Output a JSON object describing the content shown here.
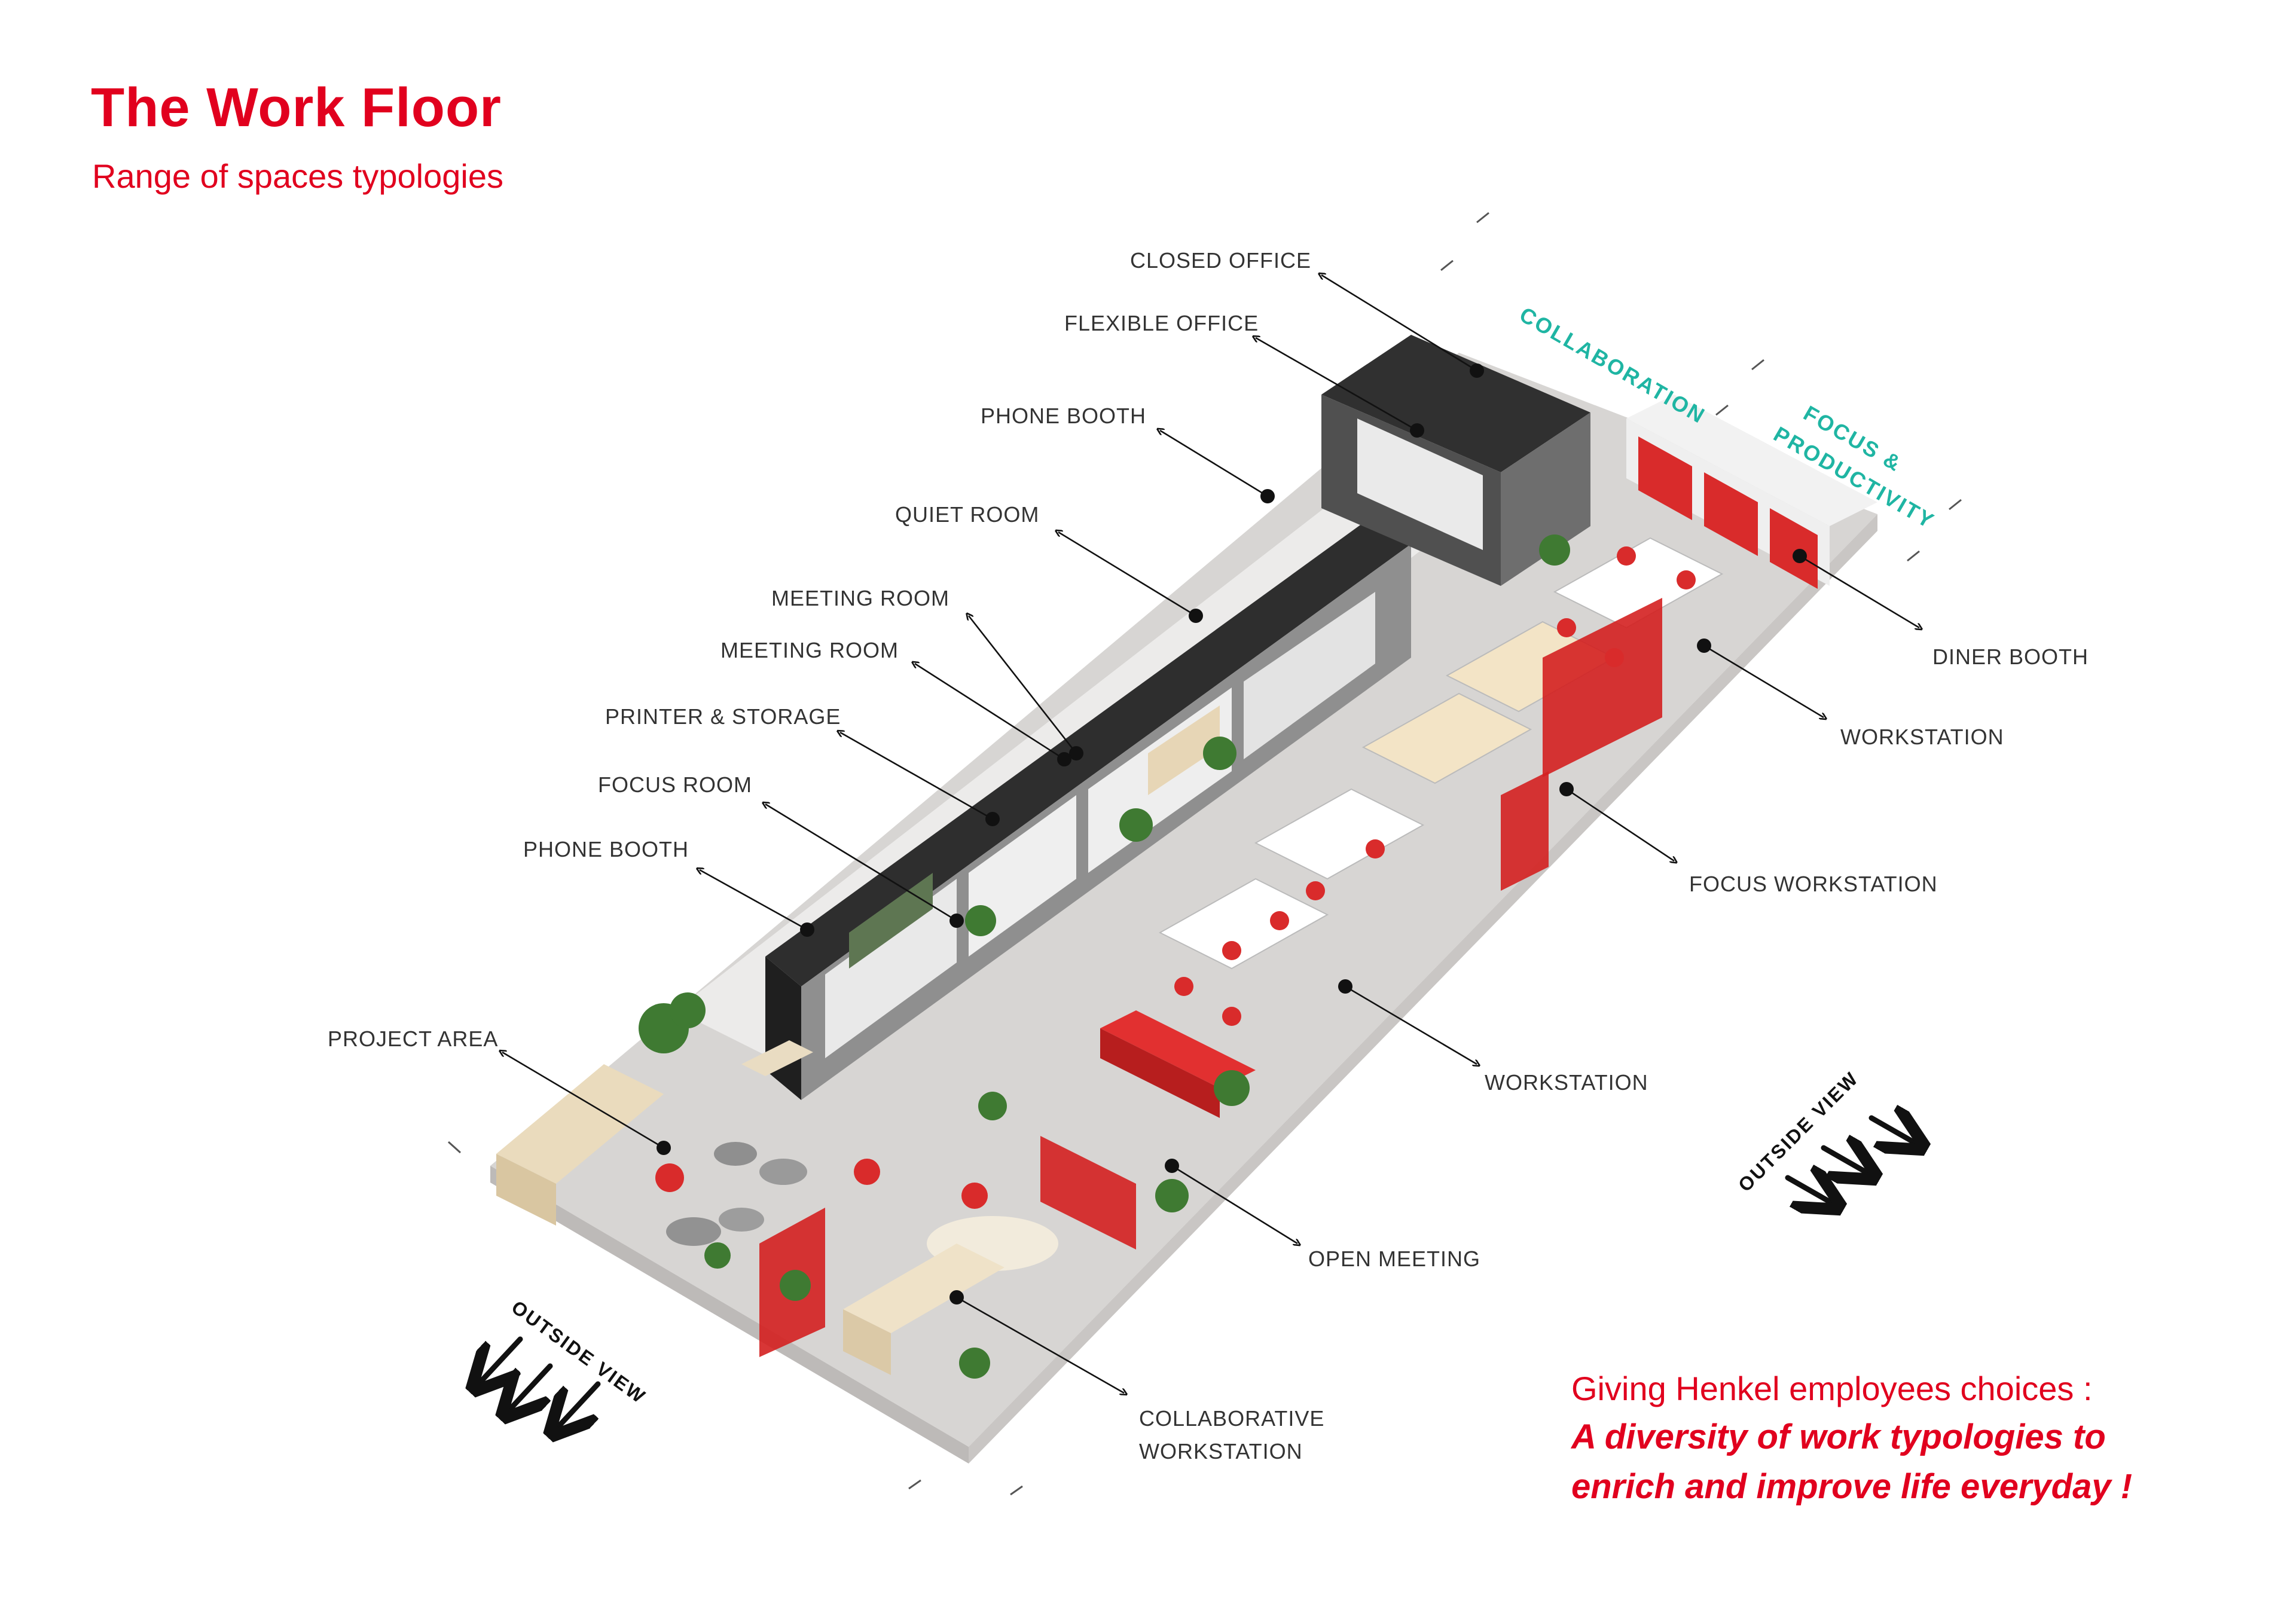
{
  "header": {
    "title": "The Work Floor",
    "subtitle": "Range of spaces typologies"
  },
  "zones": {
    "collaboration": "COLLABORATION",
    "focus_line1": "FOCUS &",
    "focus_line2": "PRODUCTIVITY"
  },
  "labels": {
    "closed_office": "CLOSED OFFICE",
    "flexible_office": "FLEXIBLE OFFICE",
    "phone_booth_top": "PHONE BOOTH",
    "quiet_room": "QUIET ROOM",
    "meeting_room_1": "MEETING ROOM",
    "meeting_room_2": "MEETING ROOM",
    "printer_storage": "PRINTER & STORAGE",
    "focus_room": "FOCUS ROOM",
    "phone_booth_bottom": "PHONE BOOTH",
    "project_area": "PROJECT AREA",
    "diner_booth": "DINER BOOTH",
    "workstation_right": "WORKSTATION",
    "focus_workstation": "FOCUS WORKSTATION",
    "workstation_center": "WORKSTATION",
    "open_meeting": "OPEN MEETING",
    "collab_line1": "COLLABORATIVE",
    "collab_line2": "WORKSTATION"
  },
  "outside_view": {
    "left": "OUTSIDE VIEW",
    "right": "OUTSIDE VIEW"
  },
  "tagline": {
    "line1": "Giving Henkel employees choices :",
    "line2": "A diversity of work typologies to",
    "line3": "enrich and improve life everyday !"
  },
  "colors": {
    "brand_red": "#e1001e",
    "zone_teal": "#1fb5a3",
    "floor": "#d4d2d1",
    "walkway": "#ecebea",
    "room_wall": "#2b2b2b",
    "booth_green": "#556b49",
    "wood": "#ead8b8",
    "chair_red": "#d92b2b",
    "plant": "#3f7a32"
  }
}
